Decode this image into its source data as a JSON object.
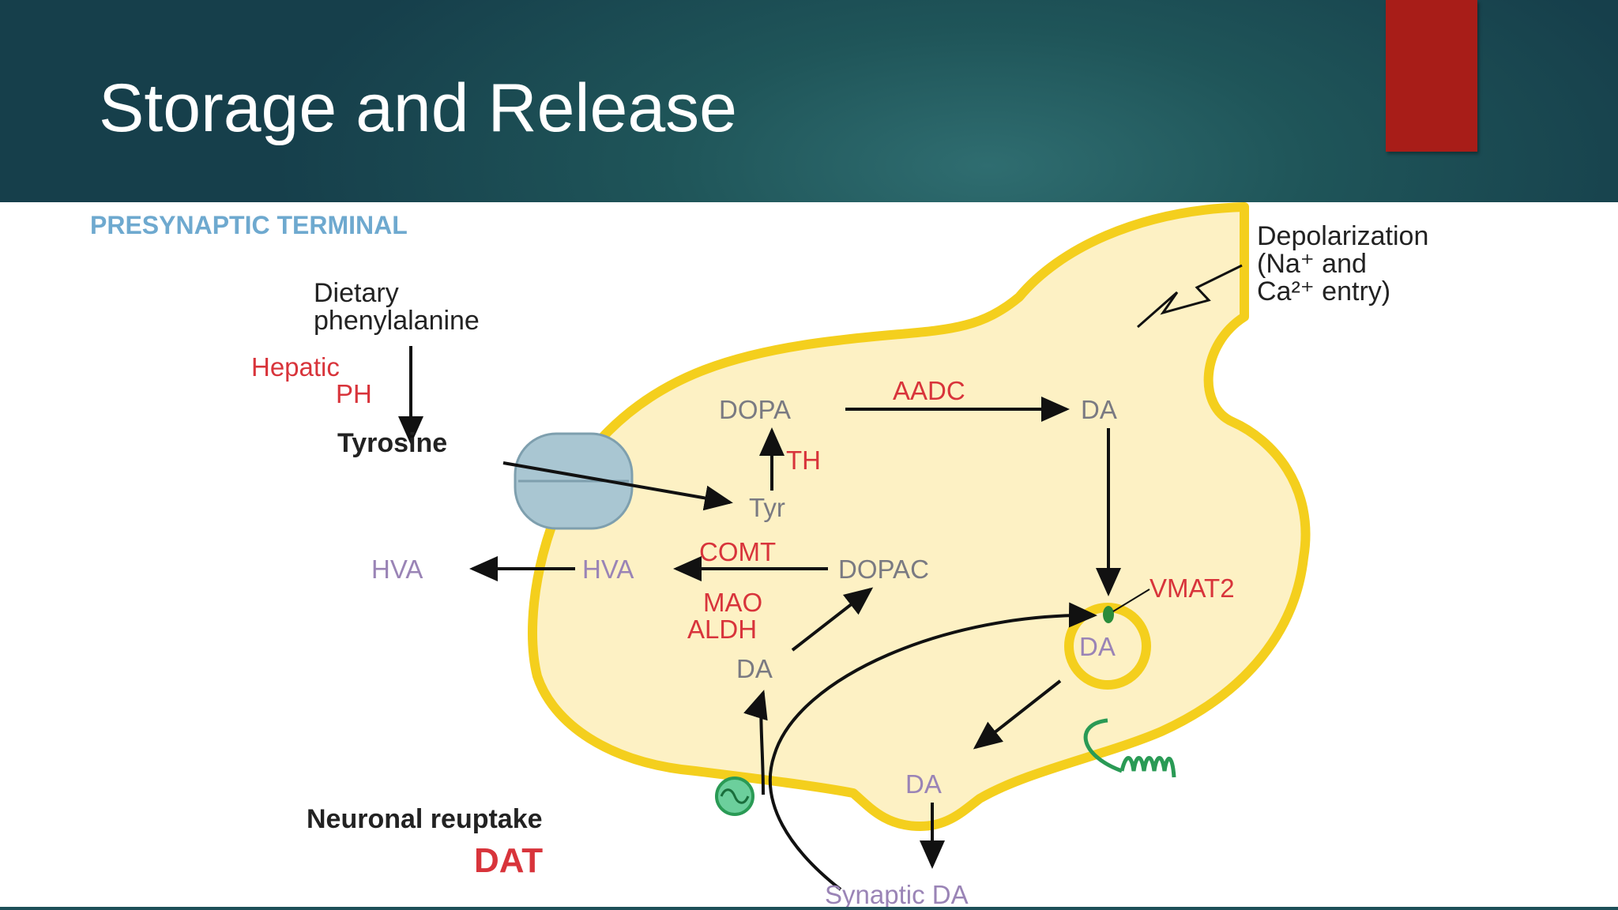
{
  "slide": {
    "title": "Storage and Release",
    "colors": {
      "header": "#1f5559",
      "accent": "#a81d18",
      "terminal": "#fdf1c4",
      "membrane": "#f4cf1d"
    }
  },
  "diagram": {
    "panel_title": "PRESYNAPTIC TERMINAL",
    "dietary_line1": "Dietary",
    "dietary_line2": "phenylalanine",
    "hepatic_line1": "Hepatic",
    "hepatic_line2": "PH",
    "tyrosine": "Tyrosine",
    "tyr": "Tyr",
    "th": "TH",
    "dopa": "DOPA",
    "aadc": "AADC",
    "da_top": "DA",
    "comt": "COMT",
    "hva_inner": "HVA",
    "hva_outer": "HVA",
    "dopac": "DOPAC",
    "mao": "MAO",
    "aldh": "ALDH",
    "da_cytosol": "DA",
    "vmat2": "VMAT2",
    "da_vesicle": "DA",
    "da_fusion": "DA",
    "depol_line1": "Depolarization",
    "depol_line2": "(Na⁺ and",
    "depol_line3": "Ca²⁺ entry)",
    "reuptake": "Neuronal reuptake",
    "dat": "DAT",
    "synaptic": "Synaptic DA"
  }
}
